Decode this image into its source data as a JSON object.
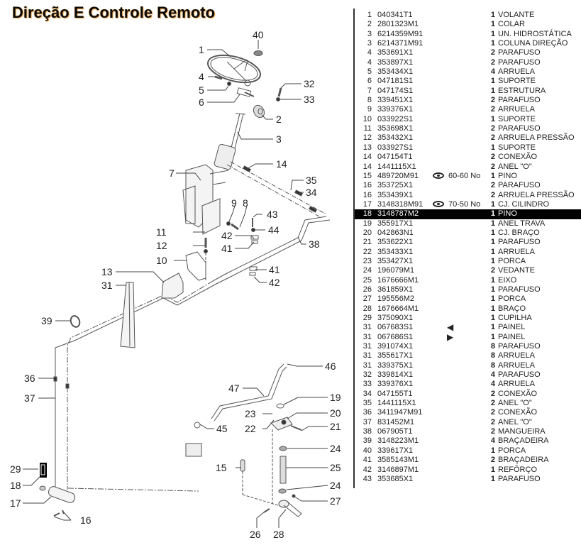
{
  "title": "Direção E Controle Remoto",
  "diagram": {
    "callouts": [
      "1",
      "2",
      "3",
      "4",
      "5",
      "6",
      "7",
      "8",
      "9",
      "10",
      "11",
      "12",
      "13",
      "14",
      "15",
      "16",
      "17",
      "18",
      "19",
      "20",
      "21",
      "22",
      "23",
      "24",
      "24",
      "25",
      "26",
      "27",
      "28",
      "29",
      "31",
      "32",
      "33",
      "34",
      "35",
      "36",
      "37",
      "38",
      "39",
      "40",
      "41",
      "41",
      "42",
      "42",
      "43",
      "44",
      "45",
      "46",
      "47"
    ],
    "highlighted_callout": "18"
  },
  "parts": [
    {
      "ref": "1",
      "part": "040341T1",
      "note": "",
      "qty": "1",
      "desc": "VOLANTE"
    },
    {
      "ref": "2",
      "part": "2801323M1",
      "note": "",
      "qty": "1",
      "desc": "COLAR"
    },
    {
      "ref": "3",
      "part": "6214359M91",
      "note": "",
      "qty": "1",
      "desc": "UN. HIDROSTÁTICA"
    },
    {
      "ref": "3",
      "part": "6214371M91",
      "note": "",
      "qty": "1",
      "desc": "COLUNA DIREÇÃO"
    },
    {
      "ref": "4",
      "part": "353691X1",
      "note": "",
      "qty": "2",
      "desc": "PARAFUSO"
    },
    {
      "ref": "4",
      "part": "353897X1",
      "note": "",
      "qty": "2",
      "desc": "PARAFUSO"
    },
    {
      "ref": "5",
      "part": "353434X1",
      "note": "",
      "qty": "4",
      "desc": "ARRUELA"
    },
    {
      "ref": "6",
      "part": "047181S1",
      "note": "",
      "qty": "1",
      "desc": "SUPORTE"
    },
    {
      "ref": "7",
      "part": "047174S1",
      "note": "",
      "qty": "1",
      "desc": "ESTRUTURA"
    },
    {
      "ref": "8",
      "part": "339451X1",
      "note": "",
      "qty": "2",
      "desc": "PARAFUSO"
    },
    {
      "ref": "9",
      "part": "339376X1",
      "note": "",
      "qty": "2",
      "desc": "ARRUELA"
    },
    {
      "ref": "10",
      "part": "033922S1",
      "note": "",
      "qty": "1",
      "desc": "SUPORTE"
    },
    {
      "ref": "11",
      "part": "353698X1",
      "note": "",
      "qty": "2",
      "desc": "PARAFUSO"
    },
    {
      "ref": "12",
      "part": "353432X1",
      "note": "",
      "qty": "2",
      "desc": "ARRUELA PRESSÃO"
    },
    {
      "ref": "13",
      "part": "033927S1",
      "note": "",
      "qty": "1",
      "desc": "SUPORTE"
    },
    {
      "ref": "14",
      "part": "047154T1",
      "note": "",
      "qty": "2",
      "desc": "CONEXÃO"
    },
    {
      "ref": "14",
      "part": "1441115X1",
      "note": "",
      "qty": "2",
      "desc": "ANEL \"O\""
    },
    {
      "ref": "15",
      "part": "489720M91",
      "note": "60-60 No",
      "note_icon": "eye",
      "qty": "1",
      "desc": "PINO"
    },
    {
      "ref": "16",
      "part": "353725X1",
      "note": "",
      "qty": "2",
      "desc": "PARAFUSO"
    },
    {
      "ref": "16",
      "part": "353439X1",
      "note": "",
      "qty": "2",
      "desc": "ARRUELA PRESSÃO"
    },
    {
      "ref": "17",
      "part": "3148318M91",
      "note": "70-50 No",
      "note_icon": "eye",
      "qty": "1",
      "desc": "CJ. CILINDRO"
    },
    {
      "ref": "18",
      "part": "3148787M2",
      "note": "",
      "qty": "1",
      "desc": "PINO",
      "highlighted": true
    },
    {
      "ref": "19",
      "part": "355917X1",
      "note": "",
      "qty": "1",
      "desc": "ANEL TRAVA"
    },
    {
      "ref": "20",
      "part": "042863N1",
      "note": "",
      "qty": "1",
      "desc": "CJ. BRAÇO"
    },
    {
      "ref": "21",
      "part": "353622X1",
      "note": "",
      "qty": "1",
      "desc": "PARAFUSO"
    },
    {
      "ref": "22",
      "part": "353433X1",
      "note": "",
      "qty": "1",
      "desc": "ARRUELA"
    },
    {
      "ref": "23",
      "part": "353427X1",
      "note": "",
      "qty": "1",
      "desc": "PORCA"
    },
    {
      "ref": "24",
      "part": "196079M1",
      "note": "",
      "qty": "2",
      "desc": "VEDANTE"
    },
    {
      "ref": "25",
      "part": "1676666M1",
      "note": "",
      "qty": "1",
      "desc": "EIXO"
    },
    {
      "ref": "26",
      "part": "361859X1",
      "note": "",
      "qty": "1",
      "desc": "PARAFUSO"
    },
    {
      "ref": "27",
      "part": "195556M2",
      "note": "",
      "qty": "1",
      "desc": "PORCA"
    },
    {
      "ref": "28",
      "part": "1676664M1",
      "note": "",
      "qty": "1",
      "desc": "BRAÇO"
    },
    {
      "ref": "29",
      "part": "375090X1",
      "note": "",
      "qty": "1",
      "desc": "CUPILHA"
    },
    {
      "ref": "31",
      "part": "067683S1",
      "note": "◀",
      "note_icon": "left-triangle",
      "qty": "1",
      "desc": "PAINEL"
    },
    {
      "ref": "31",
      "part": "067686S1",
      "note": "▶",
      "note_icon": "right-triangle",
      "qty": "1",
      "desc": "PAINEL"
    },
    {
      "ref": "31",
      "part": "391074X1",
      "note": "",
      "qty": "8",
      "desc": "PARAFUSO"
    },
    {
      "ref": "31",
      "part": "355617X1",
      "note": "",
      "qty": "8",
      "desc": "ARRUELA"
    },
    {
      "ref": "31",
      "part": "339375X1",
      "note": "",
      "qty": "8",
      "desc": "ARRUELA"
    },
    {
      "ref": "32",
      "part": "339814X1",
      "note": "",
      "qty": "4",
      "desc": "PARAFUSO"
    },
    {
      "ref": "33",
      "part": "339376X1",
      "note": "",
      "qty": "4",
      "desc": "ARRUELA"
    },
    {
      "ref": "34",
      "part": "047155T1",
      "note": "",
      "qty": "2",
      "desc": "CONEXÃO"
    },
    {
      "ref": "35",
      "part": "1441115X1",
      "note": "",
      "qty": "2",
      "desc": "ANEL \"O\""
    },
    {
      "ref": "36",
      "part": "3411947M91",
      "note": "",
      "qty": "2",
      "desc": "CONEXÃO"
    },
    {
      "ref": "37",
      "part": "831452M1",
      "note": "",
      "qty": "2",
      "desc": "ANEL \"O\""
    },
    {
      "ref": "38",
      "part": "067905T1",
      "note": "",
      "qty": "2",
      "desc": "MANGUEIRA"
    },
    {
      "ref": "39",
      "part": "3148223M1",
      "note": "",
      "qty": "4",
      "desc": "BRAÇADEIRA"
    },
    {
      "ref": "40",
      "part": "339617X1",
      "note": "",
      "qty": "1",
      "desc": "PORCA"
    },
    {
      "ref": "41",
      "part": "3585143M1",
      "note": "",
      "qty": "2",
      "desc": "BRAÇADEIRA"
    },
    {
      "ref": "42",
      "part": "3146897M1",
      "note": "",
      "qty": "1",
      "desc": "REFÔRÇO"
    },
    {
      "ref": "43",
      "part": "353685X1",
      "note": "",
      "qty": "1",
      "desc": "PARAFUSO"
    }
  ]
}
